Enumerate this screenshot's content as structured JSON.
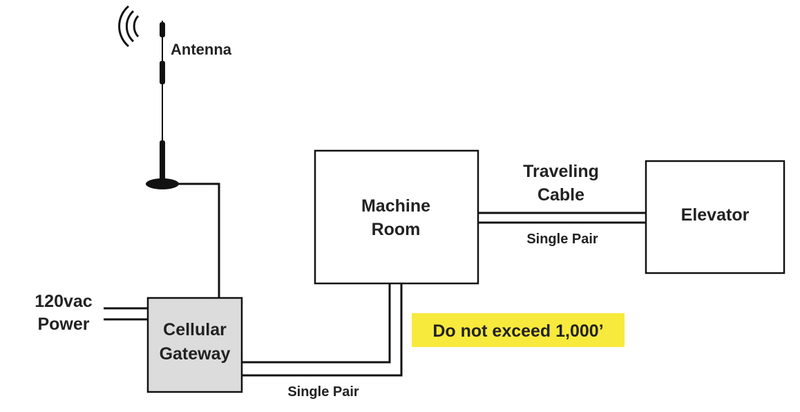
{
  "labels": {
    "antenna": "Antenna",
    "machine_room_line1": "Machine",
    "machine_room_line2": "Room",
    "traveling_cable_line1": "Traveling",
    "traveling_cable_line2": "Cable",
    "elevator": "Elevator",
    "single_pair_top": "Single Pair",
    "single_pair_bottom": "Single Pair",
    "power_line1": "120vac",
    "power_line2": "Power",
    "gateway_line1": "Cellular",
    "gateway_line2": "Gateway",
    "warning": "Do not exceed 1,000’"
  },
  "colors": {
    "line": "#111111",
    "gateway_fill": "#dcdcdc",
    "warning_fill": "#f8ea3c",
    "text": "#222222"
  },
  "icons": {
    "antenna": "antenna-icon",
    "signal": "signal-waves-icon"
  }
}
